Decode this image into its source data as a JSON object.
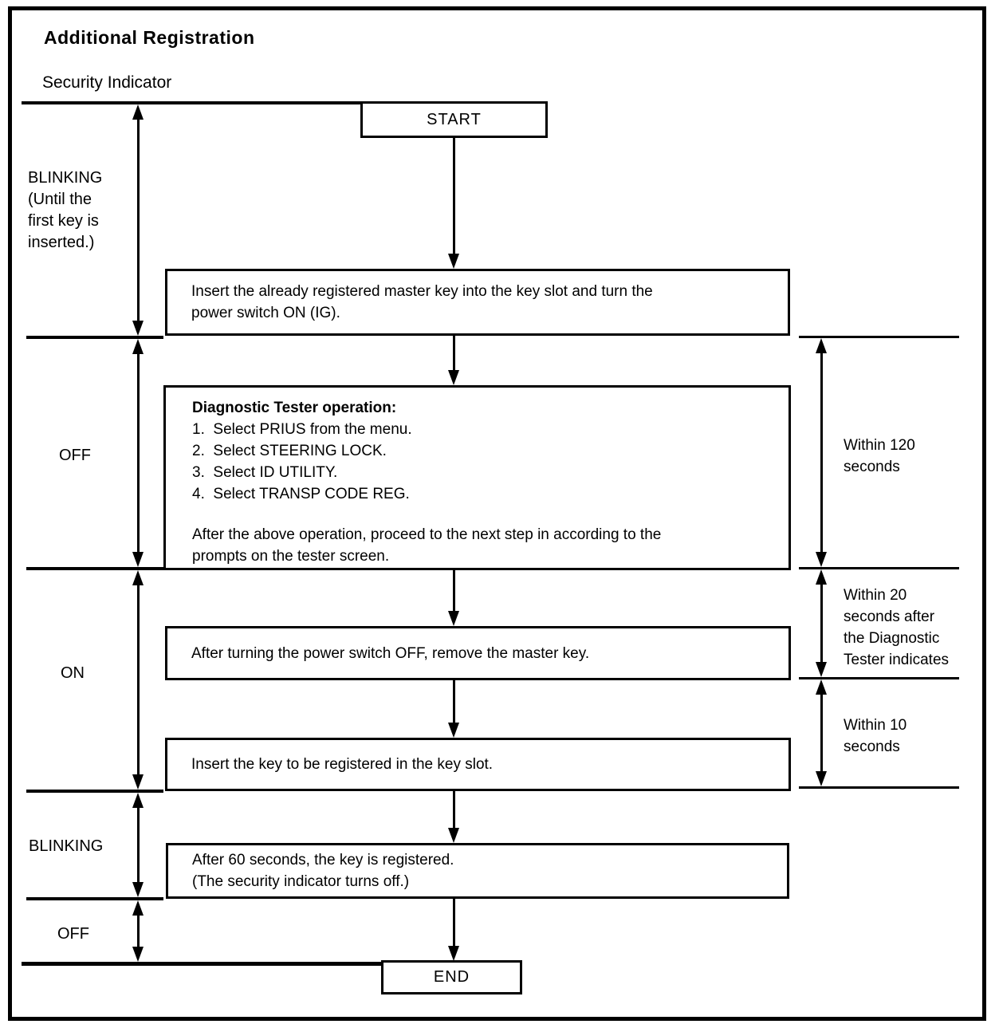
{
  "title": "Additional Registration",
  "timeline": {
    "label": "Security Indicator",
    "states": [
      {
        "label": "BLINKING\n(Until the\nfirst key is\ninserted.)"
      },
      {
        "label": "OFF"
      },
      {
        "label": "ON"
      },
      {
        "label": "BLINKING"
      },
      {
        "label": "OFF"
      }
    ]
  },
  "flow": {
    "start_label": "START",
    "end_label": "END",
    "steps": [
      {
        "text": "Insert the already registered master key into the key slot and turn the\npower switch ON (IG)."
      },
      {
        "heading": "Diagnostic Tester operation:",
        "items": [
          "1.  Select PRIUS from the menu.",
          "2.  Select STEERING LOCK.",
          "3.  Select ID UTILITY.",
          "4.  Select TRANSP CODE REG."
        ],
        "footer": "After the above operation, proceed to the next step in according to the\nprompts on the tester screen."
      },
      {
        "text": "After turning the power switch OFF, remove the master key."
      },
      {
        "text": "Insert the key to be registered in the key slot."
      },
      {
        "text": "After 60 seconds, the key is registered.\n(The security indicator turns off.)"
      }
    ]
  },
  "annotations": [
    {
      "label": "Within 120\nseconds"
    },
    {
      "label": "Within 20\nseconds after\nthe Diagnostic\nTester indicates"
    },
    {
      "label": "Within 10\nseconds"
    }
  ],
  "colors": {
    "ink": "#000000",
    "paper": "#ffffff"
  }
}
